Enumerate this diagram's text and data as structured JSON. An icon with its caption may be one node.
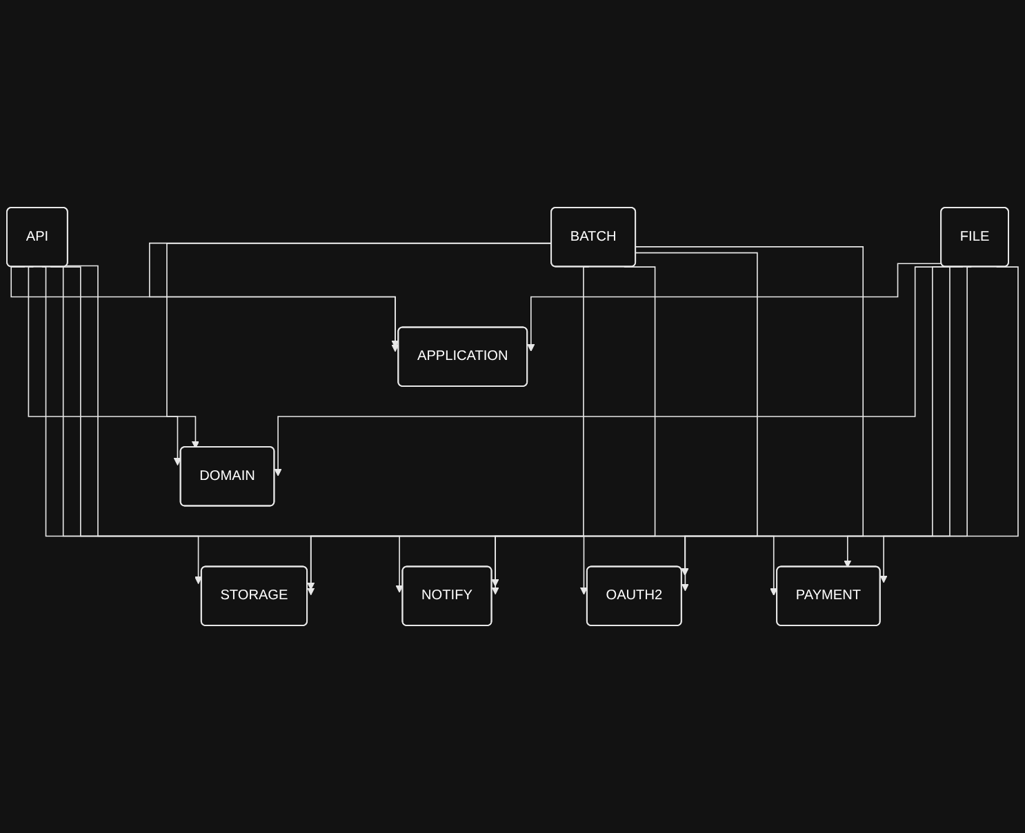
{
  "diagram": {
    "nodes": [
      {
        "text": [
          "API"
        ]
      },
      {
        "text": [
          "BATCH"
        ]
      },
      {
        "text": [
          "FILE"
        ]
      },
      {
        "text": [
          "APPLICATION"
        ]
      },
      {
        "text": [
          "DOMAIN"
        ]
      },
      {
        "text": [
          "STORAGE"
        ]
      },
      {
        "text": [
          "NOTIFY"
        ]
      },
      {
        "text": [
          "OAUTH2"
        ]
      },
      {
        "text": [
          "PAYMENT"
        ]
      }
    ],
    "edges": [
      {
        "from": 1,
        "to": 3,
        "arrow": "to"
      },
      {
        "from": 0,
        "to": 3,
        "arrow": "to"
      },
      {
        "from": 2,
        "to": 3,
        "arrow": "to"
      },
      {
        "from": 1,
        "to": 4,
        "arrow": "to"
      },
      {
        "from": 0,
        "to": 4,
        "arrow": "to"
      },
      {
        "from": 2,
        "to": 4,
        "arrow": "to"
      },
      {
        "from": 0,
        "to": 5,
        "arrow": "to"
      },
      {
        "from": 0,
        "to": 6,
        "arrow": "to"
      },
      {
        "from": 0,
        "to": 7,
        "arrow": "to"
      },
      {
        "from": 0,
        "to": 8,
        "arrow": "to"
      },
      {
        "from": 1,
        "to": 5,
        "arrow": "to"
      },
      {
        "from": 1,
        "to": 6,
        "arrow": "to"
      },
      {
        "from": 1,
        "to": 7,
        "arrow": "to"
      },
      {
        "from": 1,
        "to": 8,
        "arrow": "to"
      },
      {
        "from": 2,
        "to": 5,
        "arrow": "to"
      },
      {
        "from": 2,
        "to": 6,
        "arrow": "to"
      },
      {
        "from": 2,
        "to": 7,
        "arrow": "to"
      },
      {
        "from": 2,
        "to": 8,
        "arrow": "to"
      }
    ]
  }
}
